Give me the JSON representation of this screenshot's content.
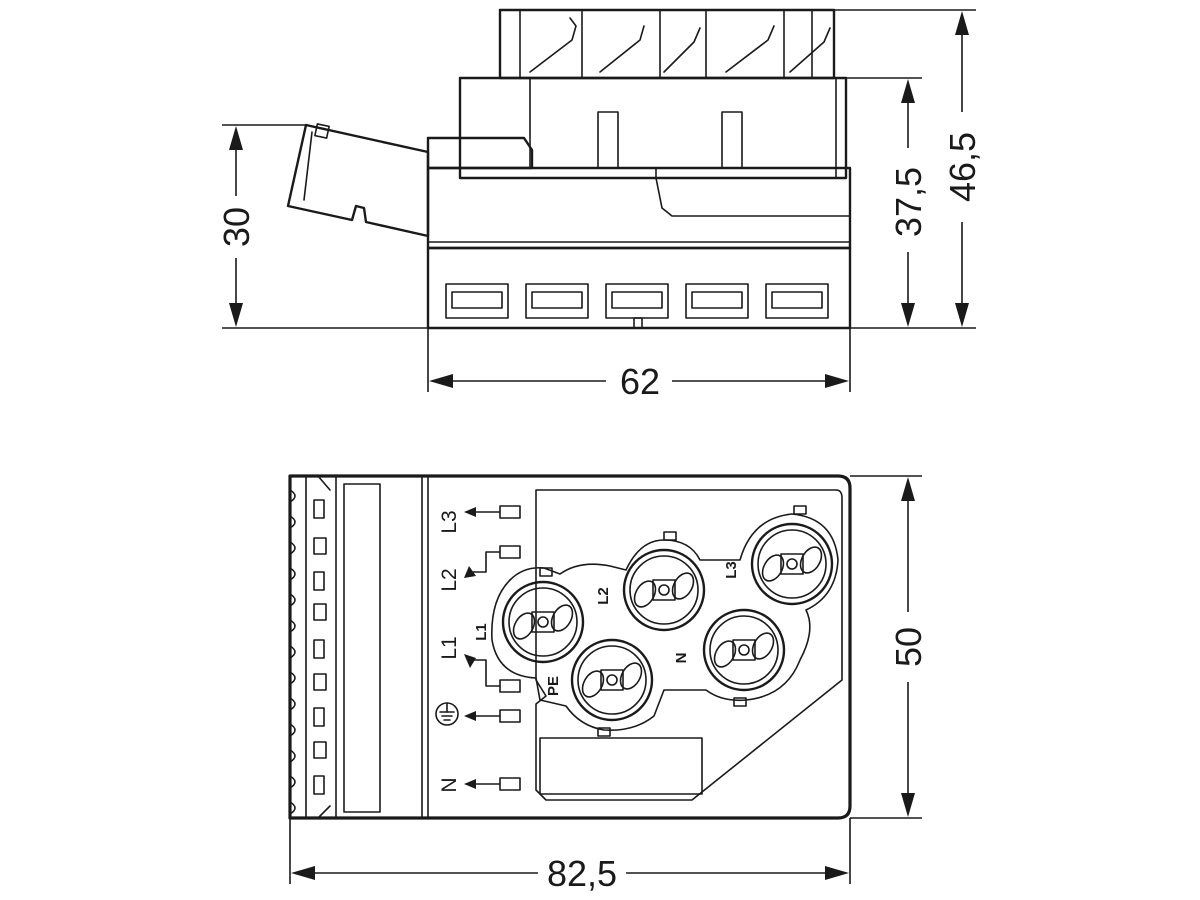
{
  "dimensions": {
    "side_height": "30",
    "body_height": "37,5",
    "total_height": "46,5",
    "side_width": "62",
    "top_height": "50",
    "top_width": "82,5"
  },
  "terminal_labels": {
    "l3": "L3",
    "l2": "L2",
    "l1": "L1",
    "pe_symbol": "ground-icon",
    "n": "N"
  },
  "socket_labels": {
    "l1": "L1",
    "l2": "L2",
    "l3": "L3",
    "pe": "PE",
    "n": "N"
  }
}
